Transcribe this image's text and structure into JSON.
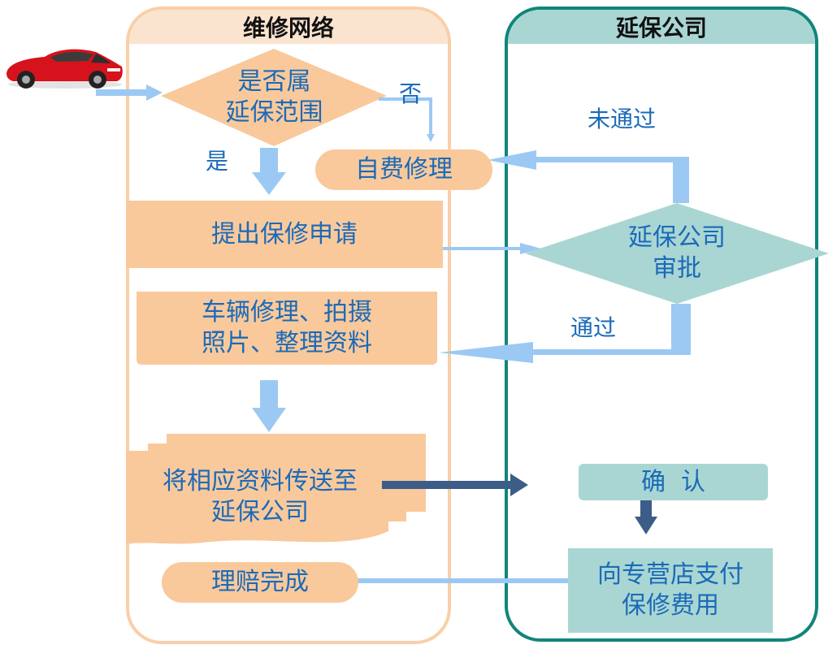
{
  "lanes": {
    "left_title": "维修网络",
    "right_title": "延保公司"
  },
  "nodes": {
    "decision_scope": "是否属\n延保范围",
    "self_pay": "自费修理",
    "submit_claim": "提出保修申请",
    "repair_docs": "车辆修理、拍摄\n照片、整理资料",
    "send_docs": "将相应资料传送至\n延保公司",
    "claim_done": "理赔完成",
    "approval": "延保公司\n审批",
    "confirm": "确  认",
    "pay_dealer": "向专营店支付\n保修费用"
  },
  "labels": {
    "no": "否",
    "yes": "是",
    "not_passed": "未通过",
    "passed": "通过"
  },
  "colors": {
    "lane_left_border": "#f9cfa8",
    "lane_right_border": "#10857a",
    "node_orange": "#f9c99c",
    "node_teal": "#a9d6d3",
    "arrow_light": "#9cc9f3",
    "arrow_dark": "#3c5d88",
    "text_blue": "#1b6ab8"
  },
  "icons": {
    "car": "red-car-image"
  }
}
